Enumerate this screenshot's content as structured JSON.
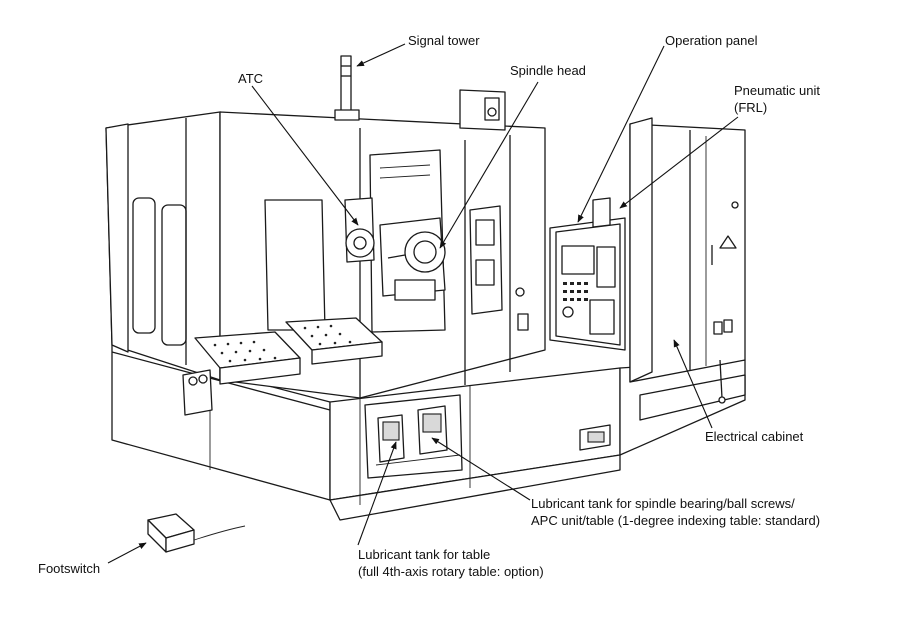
{
  "labels": {
    "signal_tower": "Signal tower",
    "operation_panel": "Operation panel",
    "atc": "ATC",
    "spindle_head": "Spindle head",
    "pneumatic_line1": "Pneumatic unit",
    "pneumatic_line2": "(FRL)",
    "electrical_cabinet": "Electrical cabinet",
    "lub_spindle_line1": "Lubricant tank for spindle bearing/ball screws/",
    "lub_spindle_line2": "APC unit/table (1-degree indexing table:  standard)",
    "lub_table_line1": "Lubricant tank for table",
    "lub_table_line2": "(full 4th-axis rotary table:  option)",
    "footswitch": "Footswitch"
  }
}
